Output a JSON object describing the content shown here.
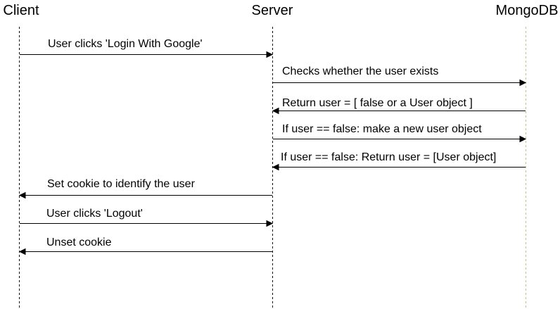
{
  "participants": [
    {
      "id": "client",
      "label": "Client",
      "lifeline_color": "#000000"
    },
    {
      "id": "server",
      "label": "Server",
      "lifeline_color": "#000000"
    },
    {
      "id": "mongodb",
      "label": "MongoDB",
      "lifeline_color": "#b9c48a"
    }
  ],
  "messages": [
    {
      "from": "client",
      "to": "server",
      "label": "User clicks 'Login With Google'"
    },
    {
      "from": "server",
      "to": "mongodb",
      "label": "Checks whether the user exists"
    },
    {
      "from": "mongodb",
      "to": "server",
      "label": "Return user = [ false or a User object ]"
    },
    {
      "from": "server",
      "to": "mongodb",
      "label": "If user == false: make a new user object"
    },
    {
      "from": "mongodb",
      "to": "server",
      "label": "If user == false: Return user = [User object]"
    },
    {
      "from": "server",
      "to": "client",
      "label": "Set cookie to identify the user"
    },
    {
      "from": "client",
      "to": "server",
      "label": "User clicks 'Logout'"
    },
    {
      "from": "server",
      "to": "client",
      "label": "Unset cookie"
    }
  ]
}
